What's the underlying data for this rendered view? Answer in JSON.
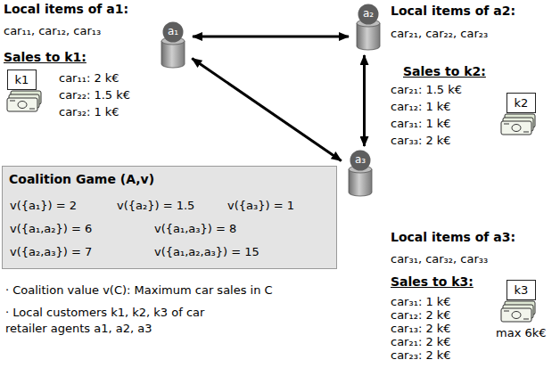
{
  "diagram": {
    "nodes": [
      {
        "text": [
          "a₁"
        ]
      },
      {
        "text": [
          "a₂"
        ]
      },
      {
        "text": [
          "a₃"
        ]
      },
      {
        "text": [
          "k1"
        ]
      },
      {
        "text": [
          "k2"
        ]
      },
      {
        "text": [
          "k3"
        ]
      },
      {
        "text": [
          "Coalition Game (A,v)",
          "v({a₁}) = 2",
          "v({a₂}) = 1.5",
          "v({a₃}) = 1",
          "v({a₁,a₂}) = 6",
          "v({a₁,a₃}) = 8",
          "v({a₂,a₃}) = 7",
          "v({a₁,a₂,a₃}) = 15"
        ]
      }
    ],
    "edges": [
      {
        "from": 0,
        "to": 1,
        "arrow": "both"
      },
      {
        "from": 1,
        "to": 2,
        "arrow": "both"
      },
      {
        "from": 0,
        "to": 2,
        "arrow": "both"
      }
    ],
    "labels": [
      "Local items of a1:",
      "car₁₁, car₁₂, car₁₃",
      "Sales to k1:",
      "car₁₁: 2 k€",
      "car₂₂: 1.5 k€",
      "car₃₂: 1 k€",
      "Local items of a2:",
      "car₂₁, car₂₂, car₂₃",
      "Sales to k2:",
      "car₂₁: 1.5 k€",
      "car₁₂: 1 k€",
      "car₃₁: 1 k€",
      "car₃₃: 2 k€",
      "Local items of a3:",
      "car₃₁, car₃₂, car₃₃",
      "Sales to k3:",
      "car₃₁: 1 k€",
      "car₁₂: 2 k€",
      "car₁₃: 2 k€",
      "car₂₁: 2 k€",
      "car₂₃: 2 k€",
      "max 6k€",
      "· Coalition value v(C): Maximum car sales in C",
      "· Local customers k1, k2, k3 of car retailer agents a1, a2, a3"
    ]
  }
}
